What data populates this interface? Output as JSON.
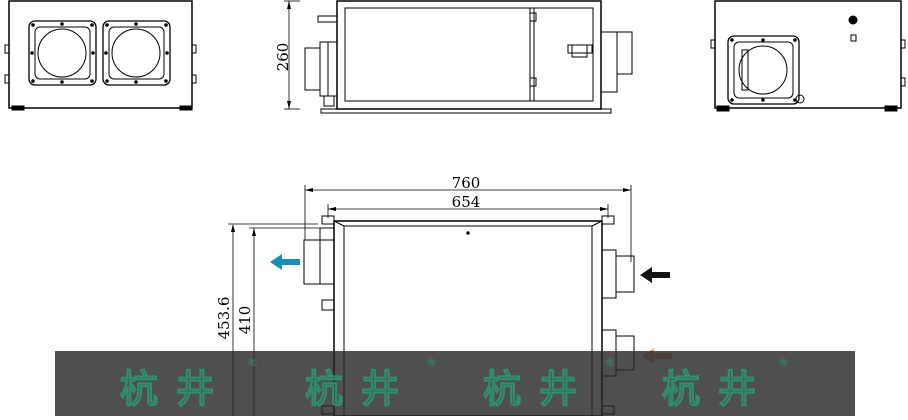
{
  "dimensions": {
    "side_height": "260",
    "overall_width": "760",
    "body_width": "654",
    "overall_depth": "453.6",
    "body_depth": "410"
  },
  "arrows": {
    "outlet_color": "#1a8fb5",
    "return_color": "#111111",
    "fresh_color": "#f4a58a"
  },
  "watermark": {
    "text": "杭井",
    "mark": "®",
    "color": "#2f8f6f"
  }
}
